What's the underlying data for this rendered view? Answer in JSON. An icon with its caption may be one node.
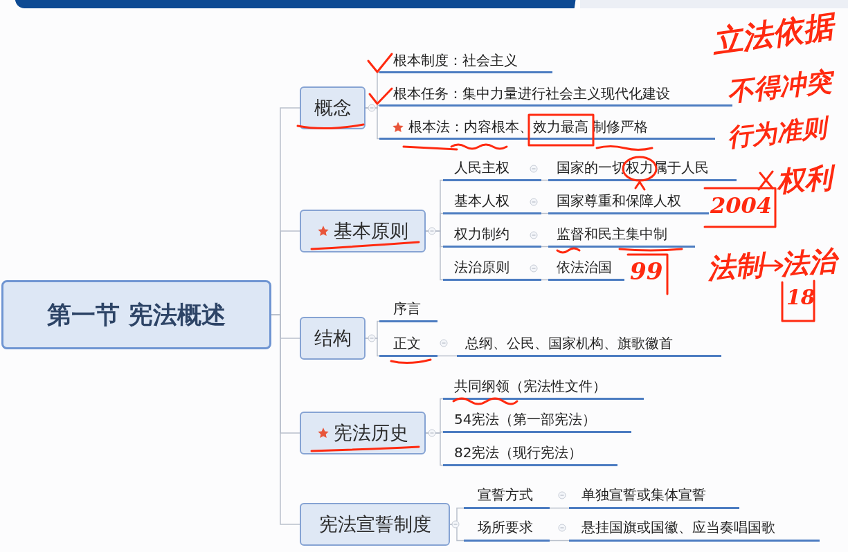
{
  "diagram": {
    "nodes": [
      {
        "text": [
          "第一节 宪法概述"
        ]
      },
      {
        "text": [
          "概念"
        ]
      },
      {
        "text": [
          "根本制度：社会主义"
        ]
      },
      {
        "text": [
          "根本任务：集中力量进行社会主义现代化建设"
        ]
      },
      {
        "text": [
          "根本法：内容根本、效力最高 制修严格"
        ]
      },
      {
        "text": [
          "基本原则"
        ]
      },
      {
        "text": [
          "人民主权"
        ]
      },
      {
        "text": [
          "国家的一切权力属于人民"
        ]
      },
      {
        "text": [
          "基本人权"
        ]
      },
      {
        "text": [
          "国家尊重和保障人权"
        ]
      },
      {
        "text": [
          "权力制约"
        ]
      },
      {
        "text": [
          "监督和民主集中制"
        ]
      },
      {
        "text": [
          "法治原则"
        ]
      },
      {
        "text": [
          "依法治国"
        ]
      },
      {
        "text": [
          "结构"
        ]
      },
      {
        "text": [
          "序言"
        ]
      },
      {
        "text": [
          "正文"
        ]
      },
      {
        "text": [
          "总纲、公民、国家机构、旗歌徽首"
        ]
      },
      {
        "text": [
          "宪法历史"
        ]
      },
      {
        "text": [
          "共同纲领（宪法性文件）"
        ]
      },
      {
        "text": [
          "54宪法（第一部宪法）"
        ]
      },
      {
        "text": [
          "82宪法（现行宪法）"
        ]
      },
      {
        "text": [
          "宪法宣誓制度"
        ]
      },
      {
        "text": [
          "宣誓方式"
        ]
      },
      {
        "text": [
          "单独宣誓或集体宣誓"
        ]
      },
      {
        "text": [
          "场所要求"
        ]
      },
      {
        "text": [
          "悬挂国旗或国徽、应当奏唱国歌"
        ]
      }
    ],
    "edges": [
      {
        "from": 0,
        "to": 1,
        "arrow": "none"
      },
      {
        "from": 0,
        "to": 5,
        "arrow": "none"
      },
      {
        "from": 0,
        "to": 14,
        "arrow": "none"
      },
      {
        "from": 0,
        "to": 18,
        "arrow": "none"
      },
      {
        "from": 0,
        "to": 22,
        "arrow": "none"
      },
      {
        "from": 1,
        "to": 2,
        "arrow": "none"
      },
      {
        "from": 1,
        "to": 3,
        "arrow": "none"
      },
      {
        "from": 1,
        "to": 4,
        "arrow": "none"
      },
      {
        "from": 5,
        "to": 6,
        "arrow": "none"
      },
      {
        "from": 5,
        "to": 8,
        "arrow": "none"
      },
      {
        "from": 5,
        "to": 10,
        "arrow": "none"
      },
      {
        "from": 5,
        "to": 12,
        "arrow": "none"
      },
      {
        "from": 6,
        "to": 7,
        "arrow": "none"
      },
      {
        "from": 8,
        "to": 9,
        "arrow": "none"
      },
      {
        "from": 10,
        "to": 11,
        "arrow": "none"
      },
      {
        "from": 12,
        "to": 13,
        "arrow": "none"
      },
      {
        "from": 14,
        "to": 15,
        "arrow": "none"
      },
      {
        "from": 14,
        "to": 16,
        "arrow": "none"
      },
      {
        "from": 16,
        "to": 17,
        "arrow": "none"
      },
      {
        "from": 18,
        "to": 19,
        "arrow": "none"
      },
      {
        "from": 18,
        "to": 20,
        "arrow": "none"
      },
      {
        "from": 18,
        "to": 21,
        "arrow": "none"
      },
      {
        "from": 22,
        "to": 23,
        "arrow": "none"
      },
      {
        "from": 22,
        "to": 25,
        "arrow": "none"
      },
      {
        "from": 23,
        "to": 24,
        "arrow": "none"
      },
      {
        "from": 25,
        "to": 26,
        "arrow": "none"
      }
    ],
    "labels": [
      "立法依据",
      "不得冲突",
      "行为准则",
      "权利",
      "2004",
      "法制",
      "法治",
      "99",
      "18"
    ]
  }
}
